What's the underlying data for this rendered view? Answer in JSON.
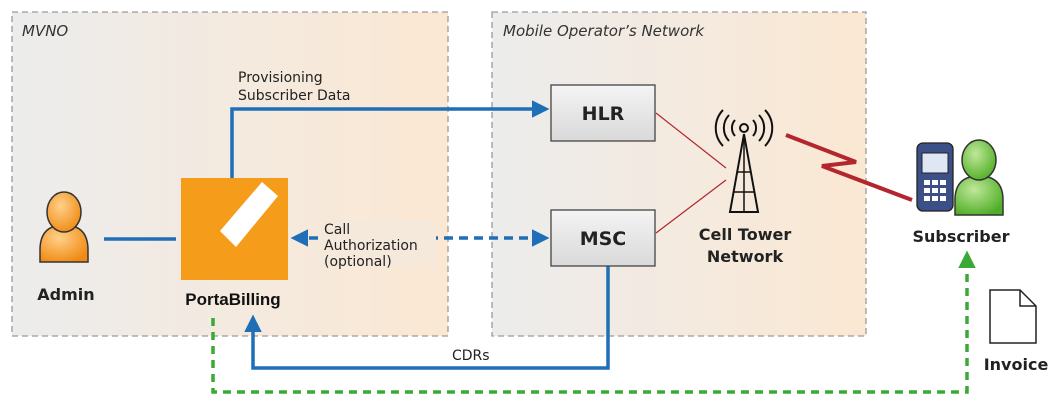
{
  "zones": {
    "mvno_label": "MVNO",
    "operator_label": "Mobile Operator’s Network"
  },
  "nodes": {
    "hlr_label": "HLR",
    "msc_label": "MSC",
    "admin_label": "Admin",
    "portabilling_label": "PortaBilling",
    "cell_tower_line1": "Cell Tower",
    "cell_tower_line2": "Network",
    "subscriber_label": "Subscriber",
    "invoice_label": "Invoice"
  },
  "edges": {
    "provisioning_line1": "Provisioning",
    "provisioning_line2": "Subscriber Data",
    "call_auth_line1": "Call",
    "call_auth_line2": "Authorization",
    "call_auth_line3": "(optional)",
    "cdrs_label": "CDRs"
  },
  "colors": {
    "zone_fill": "#fbeee0",
    "zone_border": "#9a9a9a",
    "arrow_blue": "#1f6fb8",
    "dashed_green": "#3aaa35",
    "admin_orange": "#f39a1f",
    "portabilling_orange": "#f59c1a",
    "subscriber_green": "#5cb82e",
    "radio_link_red": "#b3262d",
    "box_fill": "#e6e6e6"
  }
}
